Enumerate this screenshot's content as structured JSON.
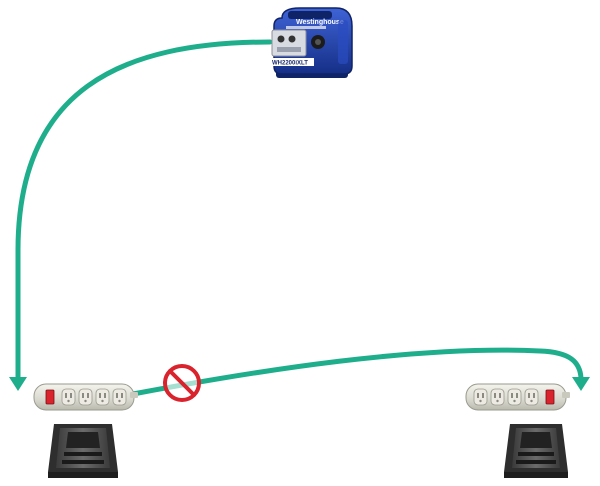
{
  "generator": {
    "brand": "Westinghouse",
    "model": "WH2200iXLT",
    "body_color": "#1f3fa8"
  },
  "cables": {
    "color": "#1fae8c"
  },
  "blocked_symbol": {
    "color": "#d9232d"
  },
  "power_strips": [
    {
      "id": "left",
      "switch_color": "#d9232d"
    },
    {
      "id": "right",
      "switch_color": "#d9232d"
    }
  ],
  "devices": [
    {
      "id": "left"
    },
    {
      "id": "right"
    }
  ]
}
